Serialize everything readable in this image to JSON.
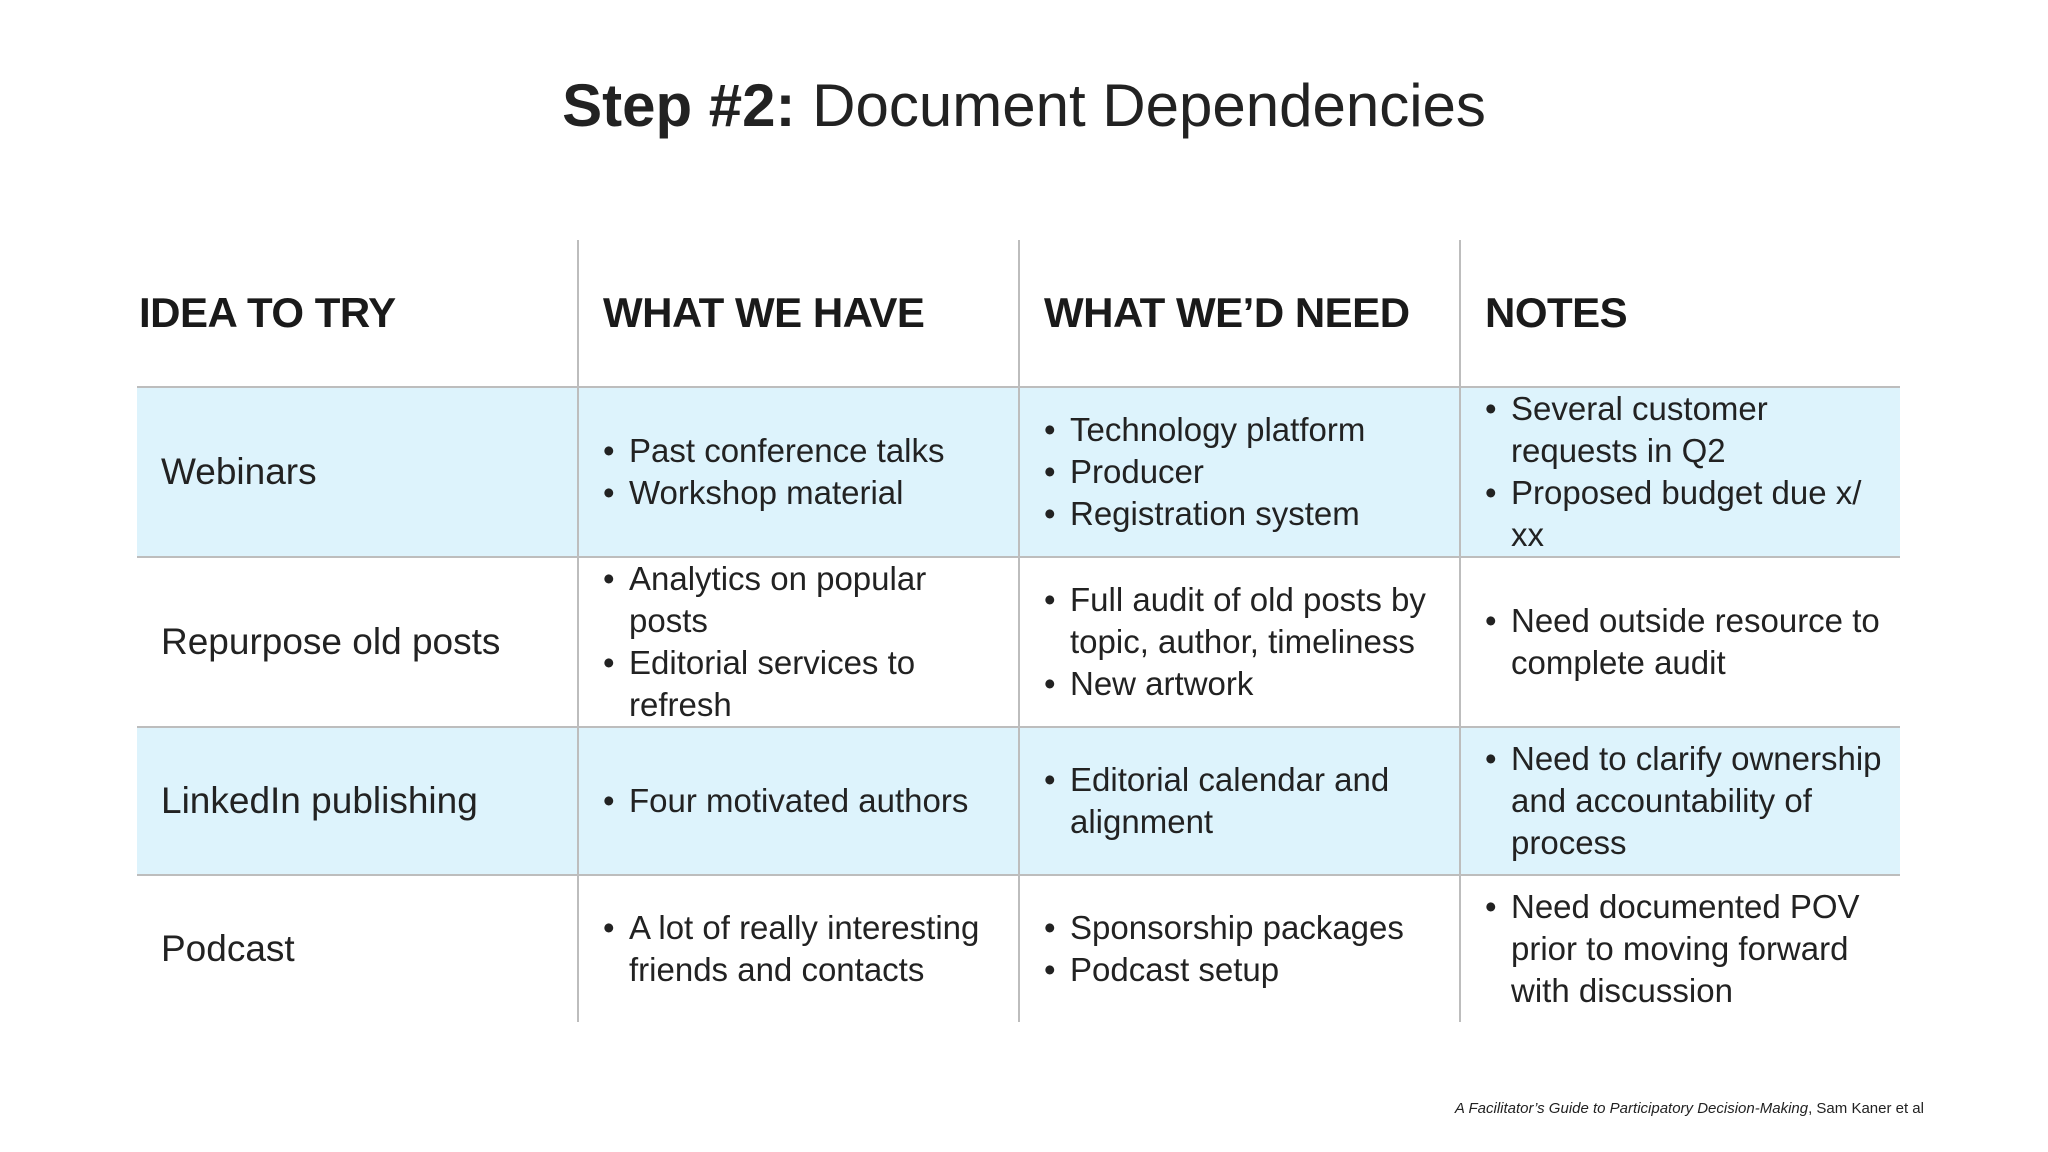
{
  "title": {
    "bold": "Step #2:",
    "regular": " Document Dependencies"
  },
  "table": {
    "headers": [
      "IDEA TO TRY",
      "WHAT WE HAVE",
      "WHAT WE’D NEED",
      "NOTES"
    ],
    "rows": [
      {
        "idea": "Webinars",
        "have": [
          "Past conference talks",
          "Workshop material"
        ],
        "need": [
          "Technology platform",
          "Producer",
          "Registration system"
        ],
        "notes": [
          "Several customer requests in Q2",
          "Proposed budget due x/ xx"
        ]
      },
      {
        "idea": "Repurpose old posts",
        "have": [
          "Analytics on popular posts",
          "Editorial services to refresh"
        ],
        "need": [
          "Full audit of old posts by topic, author, timeliness",
          "New artwork"
        ],
        "notes": [
          "Need outside resource to complete audit"
        ]
      },
      {
        "idea": "LinkedIn publishing",
        "have": [
          "Four motivated authors"
        ],
        "need": [
          "Editorial calendar and alignment"
        ],
        "notes": [
          "Need to clarify ownership and accountability of process"
        ]
      },
      {
        "idea": "Podcast",
        "have": [
          "A lot of really interesting friends and contacts"
        ],
        "need": [
          "Sponsorship packages",
          "Podcast setup"
        ],
        "notes": [
          "Need documented POV prior to moving forward with discussion"
        ]
      }
    ]
  },
  "citation": {
    "book": "A Facilitator’s Guide to Participatory Decision-Making",
    "author": ", Sam Kaner et al"
  },
  "colors": {
    "row_highlight": "#ddf3fc",
    "grid_line": "#bdbdbd",
    "text": "#222222"
  }
}
